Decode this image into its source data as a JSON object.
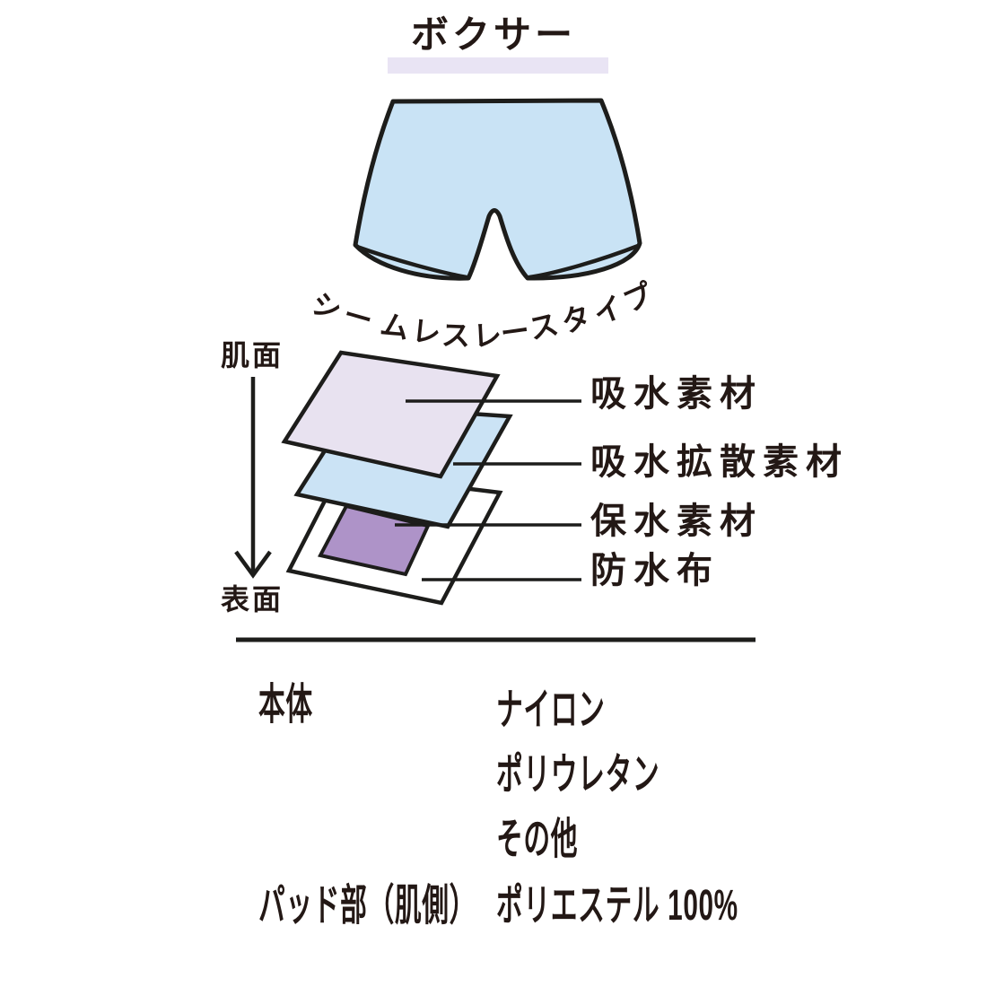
{
  "page": {
    "title": "ボクサー",
    "subtitle": "シームレスレースタイプ"
  },
  "diagram": {
    "skin_side_label": "肌面",
    "surface_label": "表面",
    "layers": [
      {
        "label": "吸水素材",
        "color": "#e8e2f0"
      },
      {
        "label": "吸水拡散素材",
        "color": "#cbe3f5"
      },
      {
        "label": "保水素材",
        "color": "#ae93c8"
      },
      {
        "label": "防水布",
        "color": "#ffffff"
      }
    ]
  },
  "materials_table": {
    "rows": [
      {
        "part": "本体",
        "composition": [
          "ナイロン",
          "ポリウレタン",
          "その他"
        ]
      },
      {
        "part": "パッド部（肌側）",
        "composition": [
          "ポリエステル 100%"
        ]
      }
    ]
  },
  "colors": {
    "boxer_fill": "#c9e3f5",
    "outline": "#1d1d1b",
    "title_underline": "#e9e4f4",
    "text": "#231815"
  }
}
